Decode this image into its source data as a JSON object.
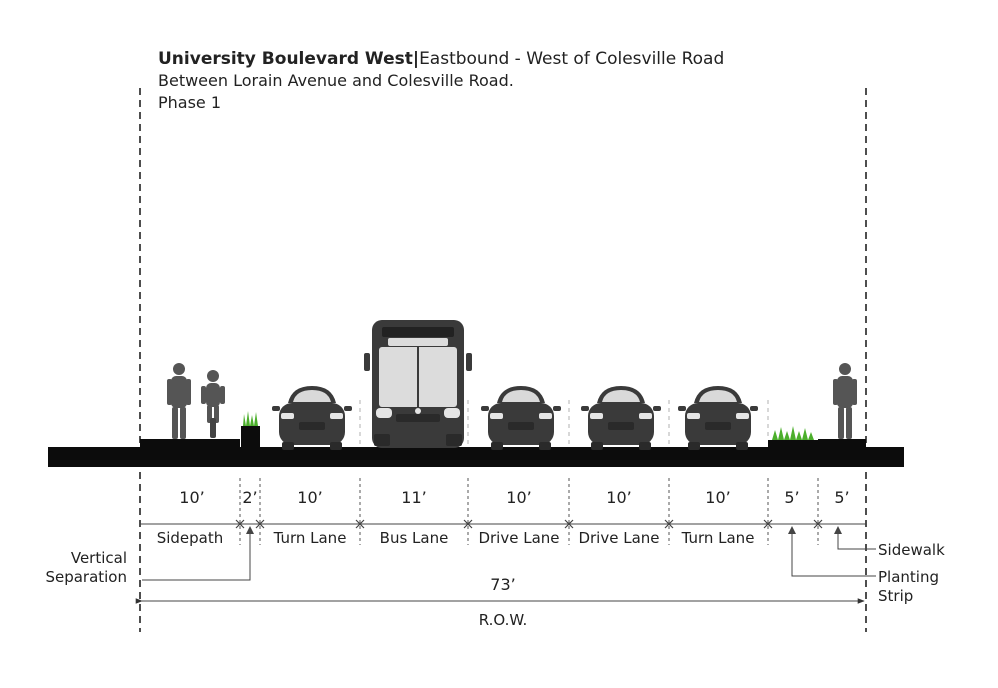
{
  "header": {
    "title_bold": "University Boulevard West",
    "title_separator": "|",
    "title_rest": "Eastbound - West of Colesville Road",
    "subtitle": "Between Lorain Avenue and Colesville Road.",
    "phase": "Phase 1"
  },
  "segments": [
    {
      "width": "10’",
      "label": "Sidepath"
    },
    {
      "width": "2’",
      "label": ""
    },
    {
      "width": "10’",
      "label": "Turn Lane"
    },
    {
      "width": "11’",
      "label": "Bus Lane"
    },
    {
      "width": "10’",
      "label": "Drive Lane"
    },
    {
      "width": "10’",
      "label": "Drive Lane"
    },
    {
      "width": "10’",
      "label": "Turn Lane"
    },
    {
      "width": "5’",
      "label": ""
    },
    {
      "width": "5’",
      "label": ""
    }
  ],
  "callouts": {
    "vertical_separation_1": "Vertical",
    "vertical_separation_2": "Separation",
    "sidewalk": "Sidewalk",
    "planting_strip_1": "Planting",
    "planting_strip_2": "Strip"
  },
  "total": {
    "width": "73’",
    "label": "R.O.W."
  },
  "colors": {
    "road": "#0c0c0c",
    "vehicle": "#3a3a3a",
    "grass": "#4caf2c"
  }
}
